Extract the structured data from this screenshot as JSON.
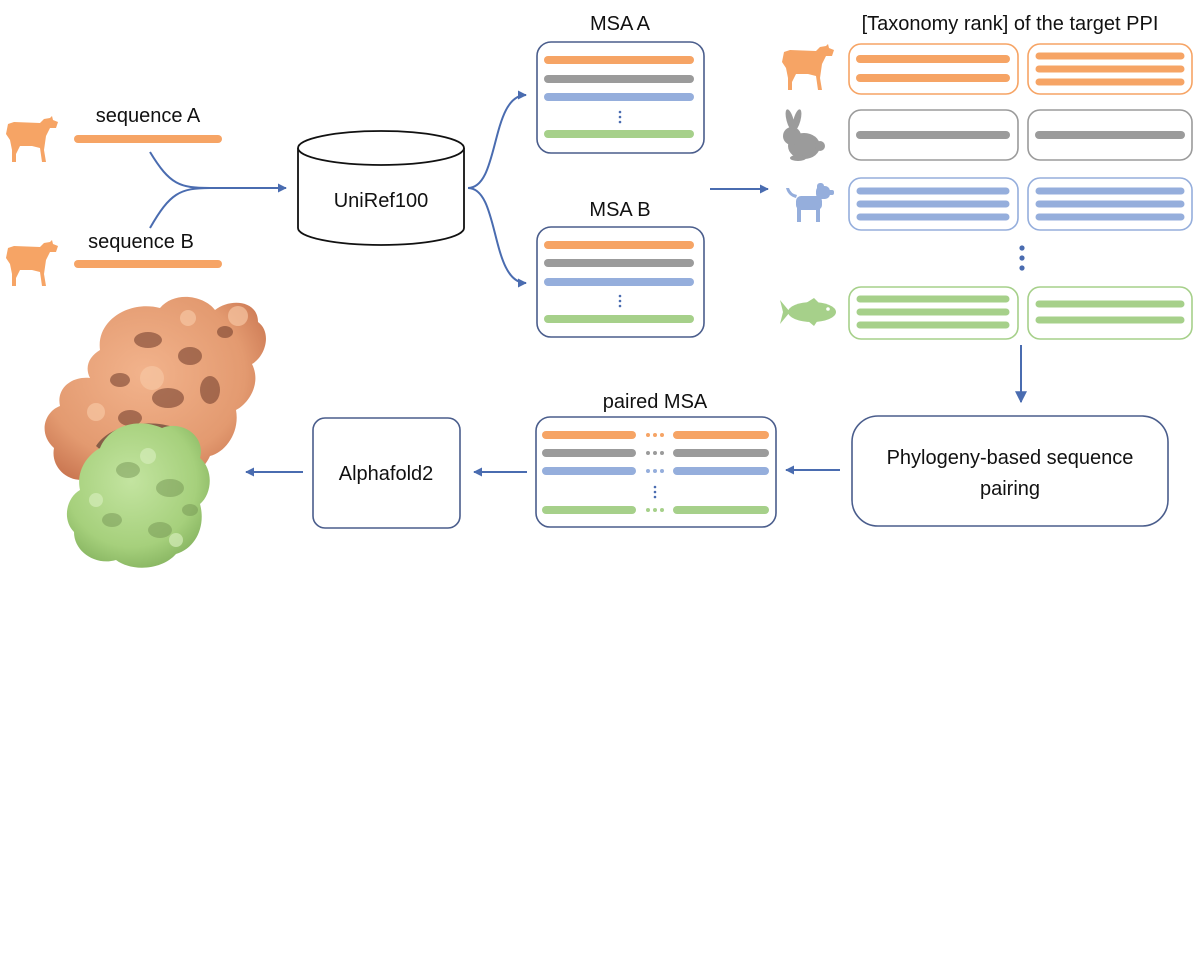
{
  "labels": {
    "sequence_a": "sequence A",
    "sequence_b": "sequence B",
    "database": "UniRef100",
    "msa_a": "MSA A",
    "msa_b": "MSA B",
    "taxonomy_title": "[Taxonomy rank] of the target PPI",
    "pairing_step": [
      "Phylogeny-based sequence",
      "pairing"
    ],
    "paired_msa": "paired MSA",
    "predictor": "Alphafold2"
  },
  "colors": {
    "orange": "#F6A465",
    "gray": "#9B9B9B",
    "blue": "#95AEDC",
    "green": "#A6D08A",
    "arrow": "#4A6CB0",
    "box_border": "#4A5D8C",
    "protein_chain_a": "#E49A74",
    "protein_chain_b": "#A9D37E"
  },
  "icons": {
    "source_species": "goat-icon",
    "taxonomy_species": [
      "goat-icon",
      "rabbit-icon",
      "dog-icon",
      "fish-icon"
    ],
    "structure": "protein-structure-icon"
  }
}
